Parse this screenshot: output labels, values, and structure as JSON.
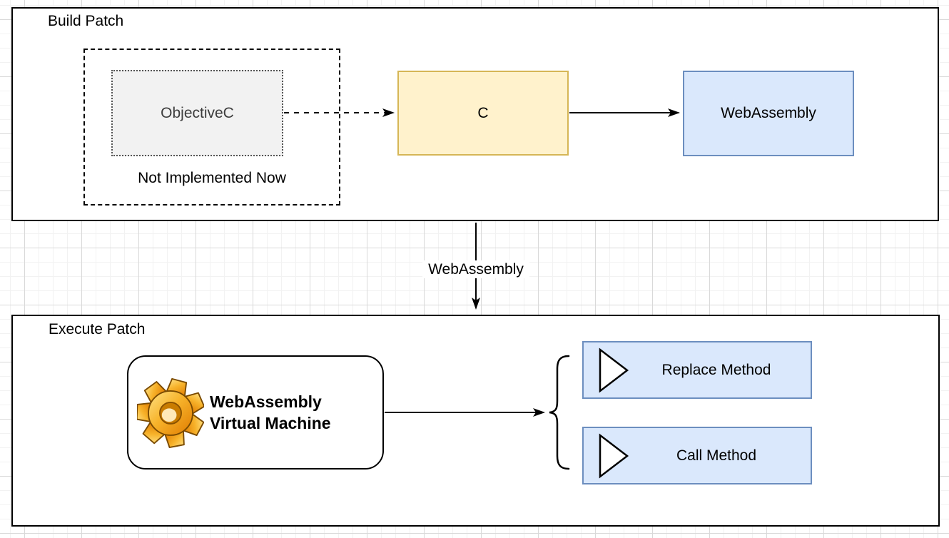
{
  "diagram": {
    "build_patch": {
      "title": "Build Patch",
      "not_implemented_group": {
        "label": "Not Implemented Now"
      },
      "objectivec": {
        "label": "ObjectiveC"
      },
      "c": {
        "label": "C"
      },
      "webassembly": {
        "label": "WebAssembly"
      }
    },
    "flow_label": "WebAssembly",
    "execute_patch": {
      "title": "Execute Patch",
      "vm": {
        "line1": "WebAssembly",
        "line2": "Virtual Machine",
        "icon": "gear-icon"
      },
      "replace_method": {
        "label": "Replace Method",
        "icon": "play-triangle-icon"
      },
      "call_method": {
        "label": "Call Method",
        "icon": "play-triangle-icon"
      }
    }
  },
  "colors": {
    "yellow_fill": "#FFF2CC",
    "yellow_stroke": "#D6B656",
    "blue_fill": "#DAE8FC",
    "blue_stroke": "#6C8EBF",
    "gray_fill": "#F2F2F2",
    "gray_stroke": "#545454",
    "line_color": "#000000",
    "gear_gold": "#F7B32B"
  }
}
